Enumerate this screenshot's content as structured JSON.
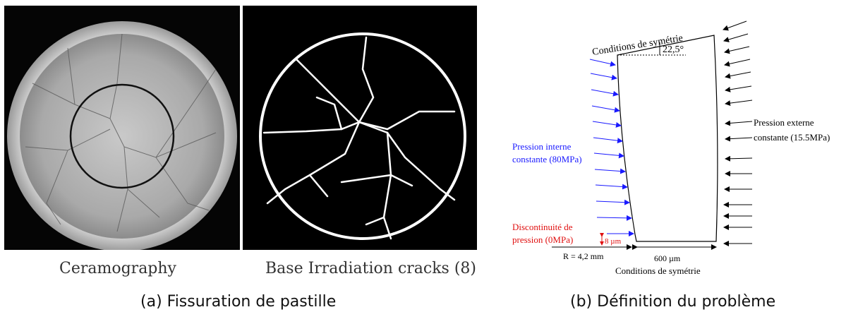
{
  "figure_a": {
    "left_image_caption": "Ceramography",
    "right_image_caption": "Base Irradiation cracks (8)",
    "caption": "(a) Fissuration de pastille"
  },
  "figure_b": {
    "caption": "(b) Définition du problème",
    "top_label": "Conditions de symétrie",
    "angle_label": "22,5°",
    "external_pressure_line1": "Pression externe",
    "external_pressure_line2": "constante (15.5MPa)",
    "internal_pressure_line1": "Pression interne",
    "internal_pressure_line2": "constante (80MPa)",
    "discontinuity_line1": "Discontinuité de",
    "discontinuity_line2": "pression (0MPa)",
    "gap_label": "8 µm",
    "radius_label": "R =  4,2 mm",
    "width_label": "600 µm",
    "bottom_label": "Conditions de symétrie",
    "colors": {
      "internal_pressure": "#1a1aff",
      "discontinuity": "#e01010",
      "external_pressure": "#000000"
    }
  }
}
